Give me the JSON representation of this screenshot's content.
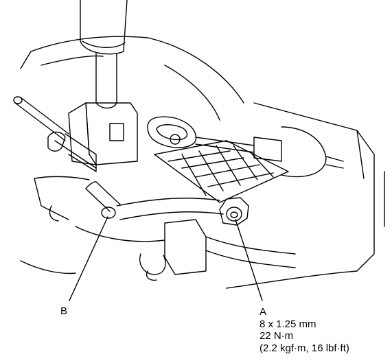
{
  "callouts": {
    "b": {
      "letter": "B"
    },
    "a": {
      "letter": "A",
      "size": "8 x 1.25 mm",
      "torque_nm": "22 N·m",
      "torque_alt": "(2.2 kgf·m, 16 lbf·ft)"
    }
  },
  "style": {
    "line_color": "#000000",
    "background": "#ffffff"
  }
}
